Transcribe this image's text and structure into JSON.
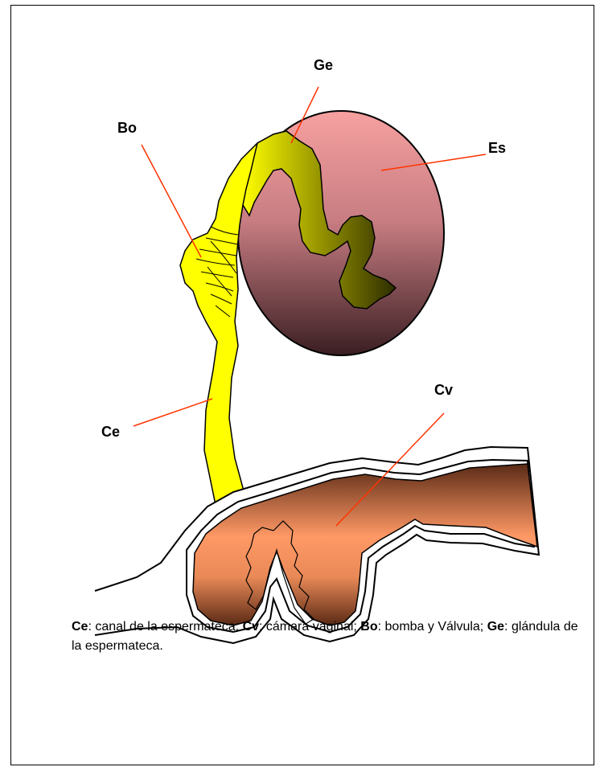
{
  "labels": {
    "ge": "Ge",
    "bo": "Bo",
    "es": "Es",
    "ce": "Ce",
    "cv": "Cv"
  },
  "caption": [
    {
      "term": "Ce",
      "text": ": canal de la espermateca; "
    },
    {
      "term": "Cv",
      "text": ": cámara vaginal; "
    },
    {
      "term": "Bo",
      "text": ": bomba y Válvula; "
    },
    {
      "term": "Ge",
      "text": ": glándula de la espermateca."
    }
  ],
  "colors": {
    "canal_yellow": "#ffff00",
    "spermatheca_top": "#f7a0a0",
    "spermatheca_bottom": "#3a1e22",
    "gland_dark": "#2e2d00",
    "vagina_light": "#ff9966",
    "vagina_dark": "#5a2a15",
    "leader_line": "#ff3300"
  }
}
